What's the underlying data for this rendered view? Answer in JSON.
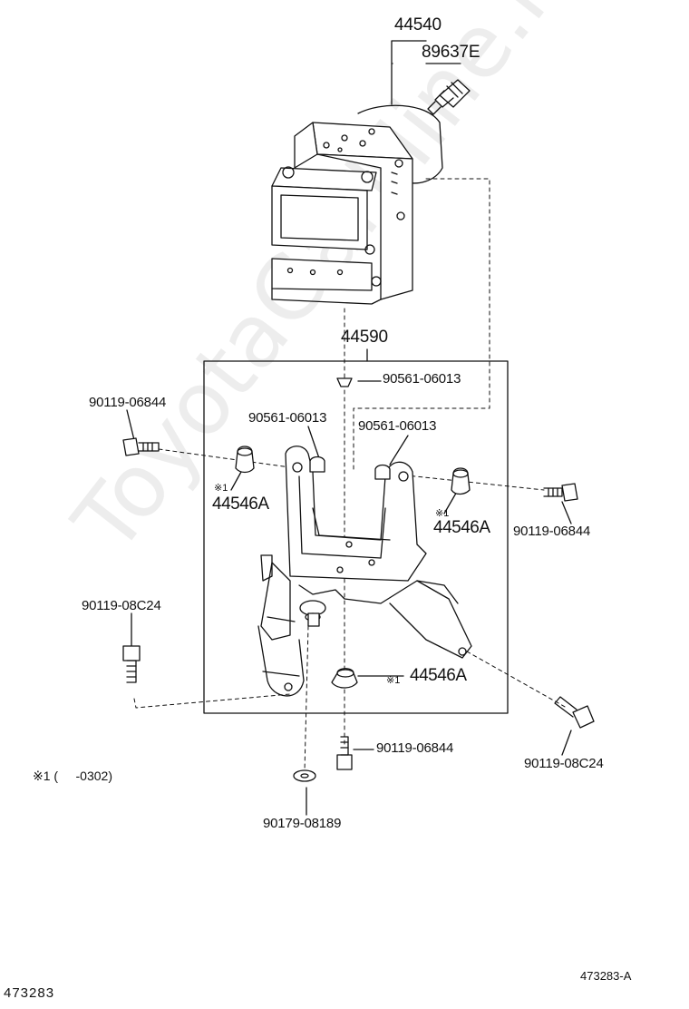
{
  "watermark": "ToyotaGarMine.ru",
  "labels": {
    "abs_actuator": "44540",
    "sensor": "89637E",
    "bracket": "44590",
    "grommet_top_center": "90561-06013",
    "grommet_left": "90561-06013",
    "grommet_right": "90561-06013",
    "bolt_left_top": "90119-06844",
    "bolt_right_top": "90119-06844",
    "bolt_bottom_center": "90119-06844",
    "bolt_left_mid": "90119-08C24",
    "bolt_right_low": "90119-08C24",
    "washer_bottom": "90179-08189",
    "cushion_left": "44546A",
    "cushion_right": "44546A",
    "cushion_bottom": "44546A"
  },
  "refs": {
    "left": "※1",
    "right": "※1",
    "bottom": "※1"
  },
  "footnote": "※1 (     -0302)",
  "illustration_id": "473283-A",
  "page_number": "473283"
}
